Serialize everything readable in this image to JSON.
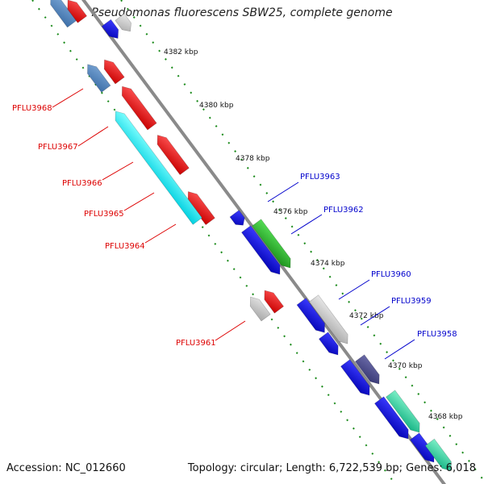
{
  "title": "Pseudomonas fluorescens SBW25, complete genome",
  "accession": "Accession: NC_012660",
  "topology": "Topology: circular; Length: 6,722,539 bp; Genes: 6,018",
  "kbp_ticks": [
    "4382 kbp",
    "4380 kbp",
    "4378 kbp",
    "4376 kbp",
    "4374 kbp",
    "4372 kbp",
    "4370 kbp",
    "4368 kbp"
  ],
  "genes_reverse": [
    {
      "id": "PFLU3968",
      "color": "#dd0000"
    },
    {
      "id": "PFLU3967",
      "color": "#dd0000"
    },
    {
      "id": "PFLU3966",
      "color": "#dd0000"
    },
    {
      "id": "PFLU3965",
      "color": "#dd0000"
    },
    {
      "id": "PFLU3964",
      "color": "#dd0000"
    },
    {
      "id": "PFLU3961",
      "color": "#dd0000"
    }
  ],
  "genes_forward": [
    {
      "id": "PFLU3963",
      "color": "#0000cc"
    },
    {
      "id": "PFLU3962",
      "color": "#0000cc"
    },
    {
      "id": "PFLU3960",
      "color": "#0000cc"
    },
    {
      "id": "PFLU3959",
      "color": "#0000cc"
    },
    {
      "id": "PFLU3958",
      "color": "#0000cc"
    }
  ]
}
